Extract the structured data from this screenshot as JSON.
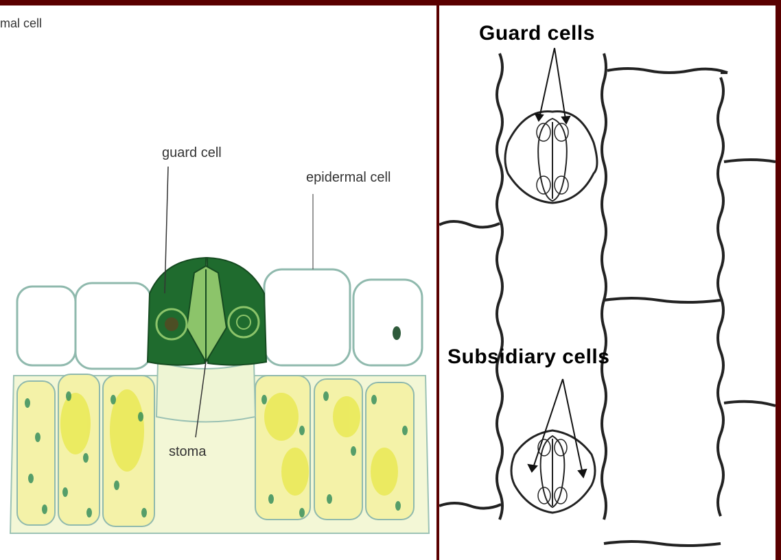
{
  "left_diagram": {
    "labels": {
      "cropped_top": "mal cell",
      "guard_cell": "guard cell",
      "epidermal_cell": "epidermal cell",
      "stoma": "stoma"
    },
    "colors": {
      "guard_cell_green": "#1f6b2e",
      "chlorophyll_yellow": "#e6e65a",
      "cell_outline": "#7aa8a0",
      "mesophyll_dot": "#2e8a5a"
    }
  },
  "right_diagram": {
    "labels": {
      "guard_cells": "Guard cells",
      "subsidiary_cells": "Subsidiary cells"
    }
  },
  "colors": {
    "frame": "#5a0000",
    "background": "#ffffff"
  }
}
